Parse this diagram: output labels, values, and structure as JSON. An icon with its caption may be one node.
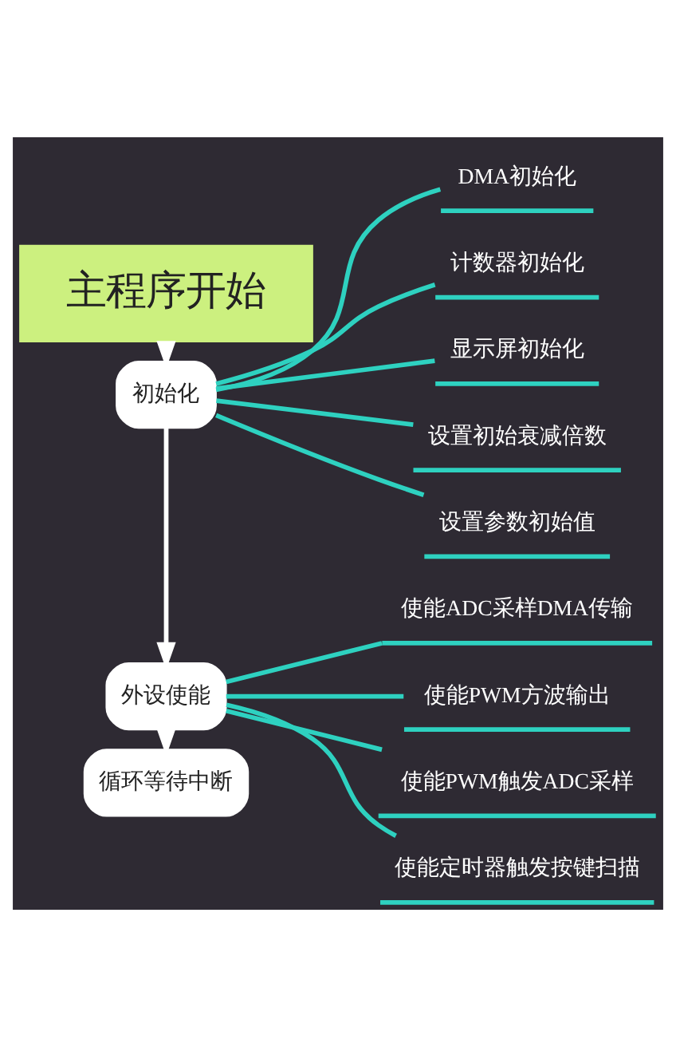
{
  "diagram": {
    "nodes": [
      {
        "text": [
          "主程序开始"
        ]
      },
      {
        "text": [
          "初始化"
        ]
      },
      {
        "text": [
          "外设使能"
        ]
      },
      {
        "text": [
          "循环等待中断"
        ]
      },
      {
        "text": [
          "DMA初始化"
        ]
      },
      {
        "text": [
          "计数器初始化"
        ]
      },
      {
        "text": [
          "显示屏初始化"
        ]
      },
      {
        "text": [
          "设置初始衰减倍数"
        ]
      },
      {
        "text": [
          "设置参数初始值"
        ]
      },
      {
        "text": [
          "使能ADC采样DMA传输"
        ]
      },
      {
        "text": [
          "使能PWM方波输出"
        ]
      },
      {
        "text": [
          "使能PWM触发ADC采样"
        ]
      },
      {
        "text": [
          "使能定时器触发按键扫描"
        ]
      }
    ],
    "edges": [
      {
        "from": 0,
        "to": 1,
        "arrow": "to",
        "color": "#ffffff"
      },
      {
        "from": 1,
        "to": 2,
        "arrow": "to",
        "color": "#ffffff"
      },
      {
        "from": 2,
        "to": 3,
        "arrow": "to",
        "color": "#ffffff"
      },
      {
        "from": 1,
        "to": 4,
        "arrow": "none"
      },
      {
        "from": 1,
        "to": 5,
        "arrow": "none"
      },
      {
        "from": 1,
        "to": 6,
        "arrow": "none"
      },
      {
        "from": 1,
        "to": 7,
        "arrow": "none"
      },
      {
        "from": 1,
        "to": 8,
        "arrow": "none"
      },
      {
        "from": 2,
        "to": 9,
        "arrow": "none"
      },
      {
        "from": 2,
        "to": 10,
        "arrow": "none"
      },
      {
        "from": 2,
        "to": 11,
        "arrow": "none"
      },
      {
        "from": 2,
        "to": 12,
        "arrow": "none"
      }
    ]
  }
}
